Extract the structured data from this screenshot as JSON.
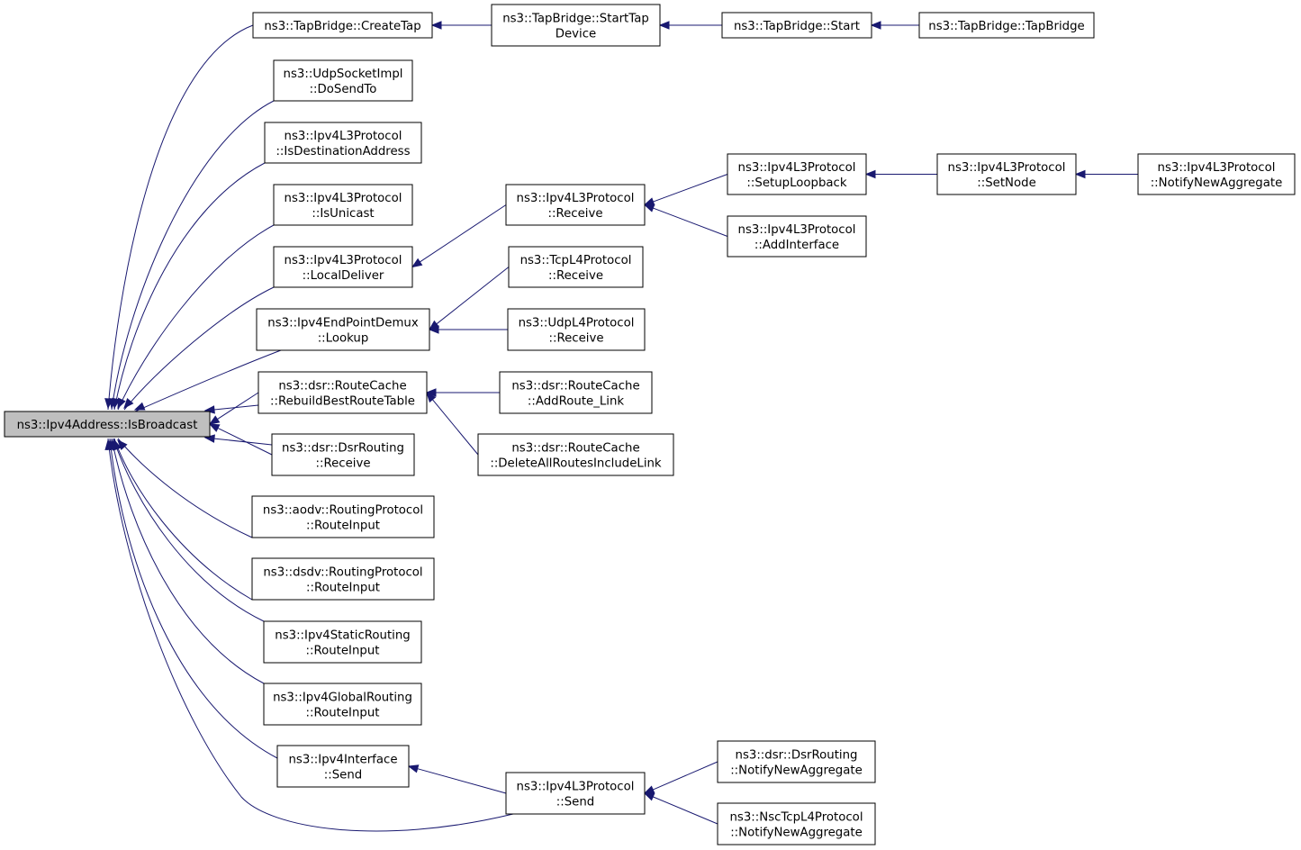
{
  "colors": {
    "edge": "#191970",
    "root_fill": "#bfbfbf",
    "node_fill": "#ffffff",
    "border": "#000000"
  },
  "nodes": {
    "root": [
      "ns3::Ipv4Address::IsBroadcast"
    ],
    "createtap": [
      "ns3::TapBridge::CreateTap"
    ],
    "starttapdevice": [
      "ns3::TapBridge::StartTap",
      "Device"
    ],
    "start": [
      "ns3::TapBridge::Start"
    ],
    "tapbridge": [
      "ns3::TapBridge::TapBridge"
    ],
    "udpsocket": [
      "ns3::UdpSocketImpl",
      "::DoSendTo"
    ],
    "isdest": [
      "ns3::Ipv4L3Protocol",
      "::IsDestinationAddress"
    ],
    "isunicast": [
      "ns3::Ipv4L3Protocol",
      "::IsUnicast"
    ],
    "localdeliver": [
      "ns3::Ipv4L3Protocol",
      "::LocalDeliver"
    ],
    "receive": [
      "ns3::Ipv4L3Protocol",
      "::Receive"
    ],
    "setuploopback": [
      "ns3::Ipv4L3Protocol",
      "::SetupLoopback"
    ],
    "setnode": [
      "ns3::Ipv4L3Protocol",
      "::SetNode"
    ],
    "notifyipv4": [
      "ns3::Ipv4L3Protocol",
      "::NotifyNewAggregate"
    ],
    "addinterface": [
      "ns3::Ipv4L3Protocol",
      "::AddInterface"
    ],
    "lookup": [
      "ns3::Ipv4EndPointDemux",
      "::Lookup"
    ],
    "tcprecv": [
      "ns3::TcpL4Protocol",
      "::Receive"
    ],
    "udprecv": [
      "ns3::UdpL4Protocol",
      "::Receive"
    ],
    "rebuild": [
      "ns3::dsr::RouteCache",
      "::RebuildBestRouteTable"
    ],
    "addroute": [
      "ns3::dsr::RouteCache",
      "::AddRoute_Link"
    ],
    "deleteall": [
      "ns3::dsr::RouteCache",
      "::DeleteAllRoutesIncludeLink"
    ],
    "dsrrecv": [
      "ns3::dsr::DsrRouting",
      "::Receive"
    ],
    "aodv": [
      "ns3::aodv::RoutingProtocol",
      "::RouteInput"
    ],
    "dsdv": [
      "ns3::dsdv::RoutingProtocol",
      "::RouteInput"
    ],
    "staticr": [
      "ns3::Ipv4StaticRouting",
      "::RouteInput"
    ],
    "globalr": [
      "ns3::Ipv4GlobalRouting",
      "::RouteInput"
    ],
    "ifsend": [
      "ns3::Ipv4Interface",
      "::Send"
    ],
    "l3send": [
      "ns3::Ipv4L3Protocol",
      "::Send"
    ],
    "dsrnotify": [
      "ns3::dsr::DsrRouting",
      "::NotifyNewAggregate"
    ],
    "nscnotify": [
      "ns3::NscTcpL4Protocol",
      "::NotifyNewAggregate"
    ]
  },
  "edges": [
    [
      "createtap",
      "root"
    ],
    [
      "udpsocket",
      "root"
    ],
    [
      "isdest",
      "root"
    ],
    [
      "isunicast",
      "root"
    ],
    [
      "localdeliver",
      "root"
    ],
    [
      "lookup",
      "root"
    ],
    [
      "rebuild",
      "root"
    ],
    [
      "dsrrecv",
      "root"
    ],
    [
      "aodv",
      "root"
    ],
    [
      "dsdv",
      "root"
    ],
    [
      "staticr",
      "root"
    ],
    [
      "globalr",
      "root"
    ],
    [
      "ifsend",
      "root"
    ],
    [
      "l3send",
      "root"
    ],
    [
      "starttapdevice",
      "createtap"
    ],
    [
      "start",
      "starttapdevice"
    ],
    [
      "tapbridge",
      "start"
    ],
    [
      "receive",
      "localdeliver"
    ],
    [
      "setuploopback",
      "receive"
    ],
    [
      "addinterface",
      "receive"
    ],
    [
      "setnode",
      "setuploopback"
    ],
    [
      "notifyipv4",
      "setnode"
    ],
    [
      "tcprecv",
      "lookup"
    ],
    [
      "udprecv",
      "lookup"
    ],
    [
      "addroute",
      "rebuild"
    ],
    [
      "deleteall",
      "rebuild"
    ],
    [
      "l3send",
      "ifsend"
    ],
    [
      "dsrnotify",
      "l3send"
    ],
    [
      "nscnotify",
      "l3send"
    ]
  ]
}
